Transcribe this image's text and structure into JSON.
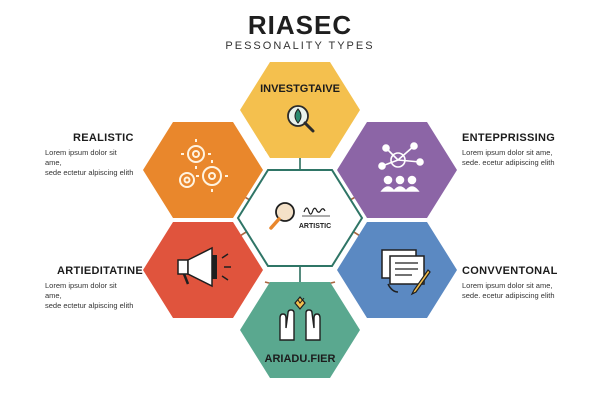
{
  "header": {
    "title": "RIASEC",
    "subtitle": "PESSONALITY TYPES"
  },
  "center": {
    "label": "ARTISTIC"
  },
  "hexagons": {
    "top": {
      "label": "INVESTGTAIVE",
      "color": "#f4c04e"
    },
    "upper_left": {
      "color": "#e9872c"
    },
    "upper_right": {
      "color": "#8c65a6"
    },
    "lower_left": {
      "color": "#e0543d"
    },
    "lower_right": {
      "color": "#5b89c2"
    },
    "bottom": {
      "label": "ARIADU.FIER",
      "color": "#5aa88f"
    }
  },
  "side_labels": {
    "realistic": {
      "title": "REALISTIC",
      "line1": "Lorem ipsum dolor sit ame,",
      "line2": "sede ectetur alpiscing elith"
    },
    "artieditatine": {
      "title": "ARTIEDITATINE",
      "line1": "Lorem ipsum dolor sit ame,",
      "line2": "sede ectetur alpiscing elith"
    },
    "enteprissing": {
      "title": "ENTEPPRISSING",
      "line1": "Lorem ipsum dolor sit ame,",
      "line2": "sede. ecetur adipiscing elith"
    },
    "conventonal": {
      "title": "CONVVENTONAL",
      "line1": "Lorem ipsum dolor sit ame,",
      "line2": "sede. ecetur adipiscing elith"
    }
  },
  "icons": [
    "magnifier-leaf-icon",
    "gears-icon",
    "network-people-icon",
    "megaphone-icon",
    "documents-pen-icon",
    "hands-up-icon",
    "magnifier-icon",
    "signature-icon"
  ]
}
